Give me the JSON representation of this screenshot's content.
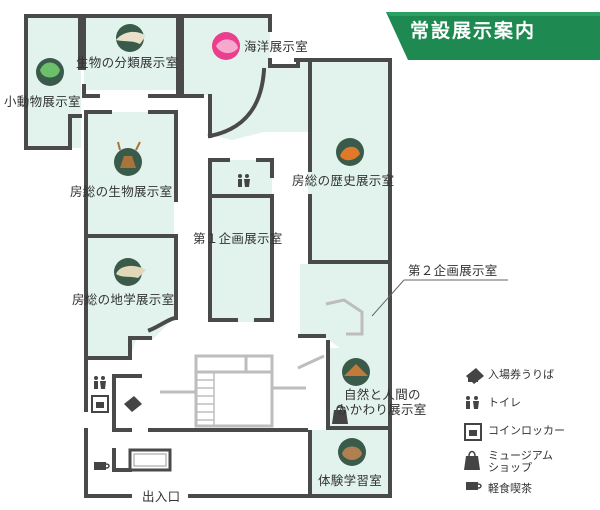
{
  "banner": {
    "title": "常設展示案内",
    "color": "#1e8a52"
  },
  "rooms": {
    "small_animals": "小動物展示室",
    "classification": "生物の分類展示室",
    "ocean": "海洋展示室",
    "boso_biology": "房総の生物展示室",
    "boso_history": "房総の歴史展示室",
    "special1": "第１企画展示室",
    "special2": "第２企画展示室",
    "boso_geology": "房総の地学展示室",
    "nature_people_line1": "自然と人間の",
    "nature_people_line2": "かかわり展示室",
    "experience": "体験学習室",
    "entrance": "出入口"
  },
  "legend": {
    "tickets": "入場券うりば",
    "toilet": "トイレ",
    "locker": "コインロッカー",
    "shop_line1": "ミュージアム",
    "shop_line2": "ショップ",
    "cafe": "軽食喫茶"
  },
  "icons": {
    "room_icons": [
      "frog-icon",
      "fossil-icon",
      "fish-icon",
      "deer-icon",
      "bird-icon",
      "fossil-skull-icon",
      "house-icon",
      "raccoon-icon"
    ],
    "facility_icons": [
      "toilet-icon",
      "ticket-icon",
      "locker-icon",
      "shop-icon",
      "cafe-icon"
    ]
  },
  "colors": {
    "room_fill": "#e2f3ee",
    "wall": "#444444",
    "corridor": "#ffffff"
  }
}
